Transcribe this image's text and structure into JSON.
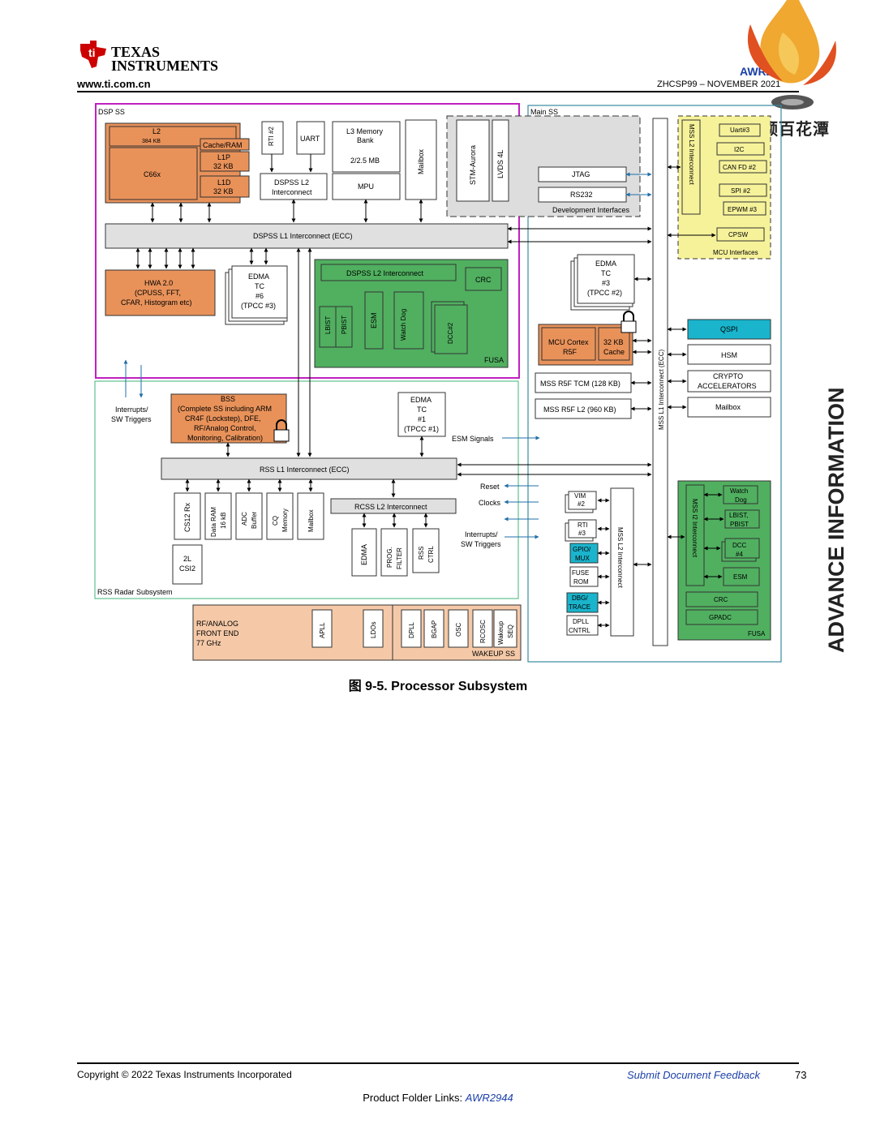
{
  "header": {
    "company_line1": "TEXAS",
    "company_line2": "INSTRUMENTS",
    "url": "www.ti.com.cn",
    "part_number": "AWR2944",
    "doc_id": "ZHCSP99 – NOVEMBER 2021",
    "watermark": "射频百花潭"
  },
  "side_banner": "ADVANCE INFORMATION",
  "figure_caption": "图 9-5. Processor Subsystem",
  "diagram": {
    "dsp_ss": "DSP SS",
    "main_ss": "Main SS",
    "rss_label": "RSS Radar Subsystem",
    "l2_title": "L2",
    "l2_size": "384 KB",
    "cache_ram": "Cache/RAM",
    "l1p": "L1P",
    "l1p_size": "32 KB",
    "l1d": "L1D",
    "l1d_size": "32 KB",
    "c66x": "C66x",
    "rti2": "RTI #2",
    "uart": "UART",
    "l3_line1": "L3 Memory",
    "l3_line2": "Bank",
    "l3_size": "2/2.5 MB",
    "mpu": "MPU",
    "dspss_l2_line1": "DSPSS L2",
    "dspss_l2_line2": "Interconnect",
    "mailbox": "Mailbox",
    "stm_aurora": "STM-Aurora",
    "lvds": "LVDS 4L",
    "jtag": "JTAG",
    "rs232": "RS232",
    "dev_interfaces": "Development Interfaces",
    "mss_l2_ic": "MSS L2 Interconnect",
    "uart3": "Uart#3",
    "i2c": "I2C",
    "canfd2": "CAN FD #2",
    "spi2": "SPI #2",
    "epwm3": "EPWM #3",
    "cpsw": "CPSW",
    "mcu_interfaces": "MCU Interfaces",
    "dspss_l1": "DSPSS L1 Interconnect (ECC)",
    "hwa_line1": "HWA 2.0",
    "hwa_line2": "(CPUSS, FFT,",
    "hwa_line3": "CFAR, Histogram etc)",
    "edma_tc6_l1": "EDMA",
    "edma_tc6_l2": "TC",
    "edma_tc6_l3": "#6",
    "edma_tc6_l4": "(TPCC #3)",
    "dspss_l2_ic": "DSPSS L2 Interconnect",
    "crc": "CRC",
    "lbist": "LBIST",
    "pbist": "PBIST",
    "esm": "ESM",
    "watchdog": "Watch Dog",
    "dcc2": "DCC#2",
    "fusa": "FUSA",
    "edma_tc3_l1": "EDMA",
    "edma_tc3_l2": "TC",
    "edma_tc3_l3": "#3",
    "edma_tc3_l4": "(TPCC #2)",
    "mcu_cortex_l1": "MCU Cortex",
    "mcu_cortex_l2": "R5F",
    "cache32_l1": "32 KB",
    "cache32_l2": "Cache",
    "mss_l1_ic": "MSS L1 Interconnect (ECC)",
    "qspi": "QSPI",
    "hsm": "HSM",
    "crypto_l1": "CRYPTO",
    "crypto_l2": "ACCELERATORS",
    "mailbox_main": "Mailbox",
    "tcm": "MSS R5F TCM (128 KB)",
    "mss_l2": "MSS R5F L2 (960 KB)",
    "interrupts_l1": "Interrupts/",
    "interrupts_l2": "SW Triggers",
    "bss_l1": "BSS",
    "bss_l2": "(Complete SS including ARM",
    "bss_l3": "CR4F (Lockstep), DFE,",
    "bss_l4": "RF/Analog Control,",
    "bss_l5": "Monitoring, Calibration)",
    "edma_tc1_l1": "EDMA",
    "edma_tc1_l2": "TC",
    "edma_tc1_l3": "#1",
    "edma_tc1_l4": "(TPCC #1)",
    "esm_signals": "ESM Signals",
    "rss_l1": "RSS L1 Interconnect (ECC)",
    "reset": "Reset",
    "clocks": "Clocks",
    "cs12rx": "CS12 Rx",
    "dataram_l1": "Data RAM",
    "dataram_l2": "16 kB",
    "adc_l1": "ADC",
    "adc_l2": "Buffer",
    "cq_l1": "CQ",
    "cq_l2": "Memory",
    "rss_mailbox": "Mailbox",
    "rcss_l2": "RCSS L2 Interconnect",
    "edma_rss": "EDMA",
    "prog_l1": "PROG.",
    "prog_l2": "FILTER",
    "rssctrl_l1": "RSS",
    "rssctrl_l2": "CTRL",
    "interrupts2_l1": "Interrupts/",
    "interrupts2_l2": "SW Triggers",
    "csi2_l1": "2L",
    "csi2_l2": "CSI2",
    "vim_l1": "VIM",
    "vim_l2": "#2",
    "rti3_l1": "RTI",
    "rti3_l2": "#3",
    "gpio_l1": "GPIO/",
    "gpio_l2": "MUX",
    "fuserom_l1": "FUSE",
    "fuserom_l2": "ROM",
    "dbg_l1": "DBG/",
    "dbg_l2": "TRACE",
    "dpll_l1": "DPLL",
    "dpll_l2": "CNTRL",
    "mss_l2_ic_b": "MSS L2 Interconnect",
    "mss_l2_ic_c": "MSS l2 Interconnect",
    "wd_l1": "Watch",
    "wd_l2": "Dog",
    "lp_l1": "LBIST,",
    "lp_l2": "PBIST",
    "dcc4_l1": "DCC",
    "dcc4_l2": "#4",
    "esm_main": "ESM",
    "crc_main": "CRC",
    "gpadc": "GPADC",
    "fusa_main": "FUSA",
    "rf_l1": "RF/ANALOG",
    "rf_l2": "FRONT END",
    "rf_l3": "77 GHz",
    "apll": "APLL",
    "ldos": "LDOs",
    "dpll": "DPLL",
    "bgap": "BGAP",
    "osc": "OSC",
    "rcosc": "RCOSC",
    "wakeup_seq_l1": "Wakeup",
    "wakeup_seq_l2": "SEQ",
    "wakeup_ss": "WAKEUP SS"
  },
  "footer": {
    "copyright": "Copyright © 2022 Texas Instruments Incorporated",
    "feedback": "Submit Document Feedback",
    "page": "73",
    "links_prefix": "Product Folder Links: ",
    "links_part": "AWR2944"
  }
}
